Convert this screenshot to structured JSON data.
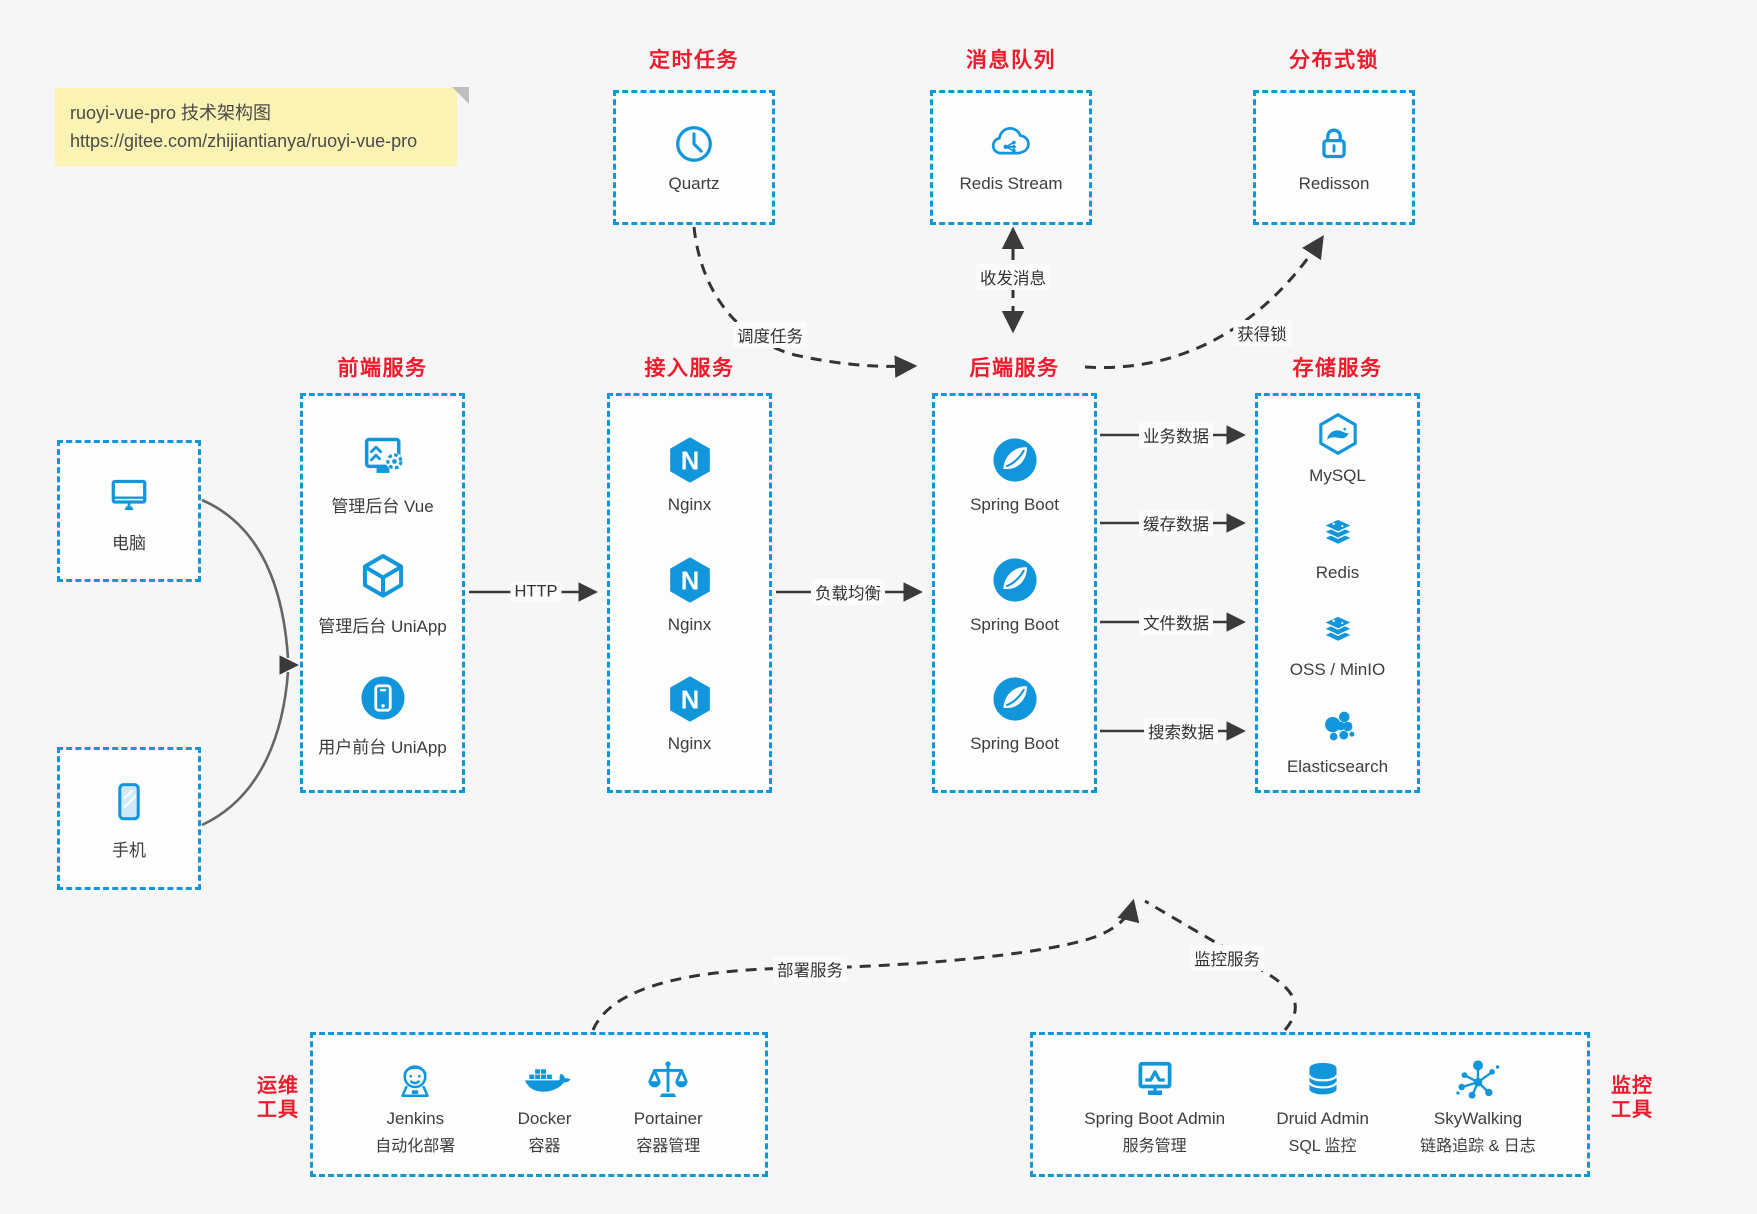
{
  "note": {
    "title": "ruoyi-vue-pro 技术架构图",
    "url": "https://gitee.com/zhijiantianya/ruoyi-vue-pro"
  },
  "colors": {
    "accent_blue": "#1296DB",
    "title_red": "#EC1C2D",
    "note_bg": "#FAF3B4",
    "canvas_bg": "#F6F6F6",
    "arrow_dark": "#3A3A3A"
  },
  "top_services": [
    {
      "title": "定时任务",
      "label": "Quartz",
      "icon": "clock-icon"
    },
    {
      "title": "消息队列",
      "label": "Redis Stream",
      "icon": "cloud-mq-icon"
    },
    {
      "title": "分布式锁",
      "label": "Redisson",
      "icon": "lock-icon"
    }
  ],
  "clients": [
    {
      "label": "电脑",
      "icon": "desktop-icon"
    },
    {
      "label": "手机",
      "icon": "phone-icon"
    }
  ],
  "columns": {
    "frontend": {
      "title": "前端服务",
      "items": [
        {
          "label": "管理后台 Vue",
          "icon": "admin-vue-icon"
        },
        {
          "label": "管理后台 UniApp",
          "icon": "uniapp-cube-icon"
        },
        {
          "label": "用户前台 UniApp",
          "icon": "mobile-app-icon"
        }
      ]
    },
    "gateway": {
      "title": "接入服务",
      "items": [
        {
          "label": "Nginx",
          "icon": "nginx-icon"
        },
        {
          "label": "Nginx",
          "icon": "nginx-icon"
        },
        {
          "label": "Nginx",
          "icon": "nginx-icon"
        }
      ]
    },
    "backend": {
      "title": "后端服务",
      "items": [
        {
          "label": "Spring Boot",
          "icon": "spring-icon"
        },
        {
          "label": "Spring Boot",
          "icon": "spring-icon"
        },
        {
          "label": "Spring Boot",
          "icon": "spring-icon"
        }
      ]
    },
    "storage": {
      "title": "存储服务",
      "items": [
        {
          "label": "MySQL",
          "icon": "mysql-icon"
        },
        {
          "label": "Redis",
          "icon": "redis-icon"
        },
        {
          "label": "OSS / MinIO",
          "icon": "oss-stack-icon"
        },
        {
          "label": "Elasticsearch",
          "icon": "elasticsearch-icon"
        }
      ]
    }
  },
  "edges": {
    "http": "HTTP",
    "load_balance": "负载均衡",
    "business_data": "业务数据",
    "cache_data": "缓存数据",
    "file_data": "文件数据",
    "search_data": "搜索数据",
    "schedule_task": "调度任务",
    "messaging": "收发消息",
    "acquire_lock": "获得锁",
    "deploy": "部署服务",
    "monitor": "监控服务"
  },
  "ops": {
    "side_label": [
      "运维",
      "工具"
    ],
    "items": [
      {
        "name": "Jenkins",
        "desc": "自动化部署",
        "icon": "jenkins-icon"
      },
      {
        "name": "Docker",
        "desc": "容器",
        "icon": "docker-icon"
      },
      {
        "name": "Portainer",
        "desc": "容器管理",
        "icon": "portainer-icon"
      }
    ]
  },
  "monitoring": {
    "side_label": [
      "监控",
      "工具"
    ],
    "items": [
      {
        "name": "Spring Boot Admin",
        "desc": "服务管理",
        "icon": "admin-monitor-icon"
      },
      {
        "name": "Druid Admin",
        "desc": "SQL 监控",
        "icon": "database-icon"
      },
      {
        "name": "SkyWalking",
        "desc": "链路追踪 & 日志",
        "icon": "topology-icon"
      }
    ]
  }
}
